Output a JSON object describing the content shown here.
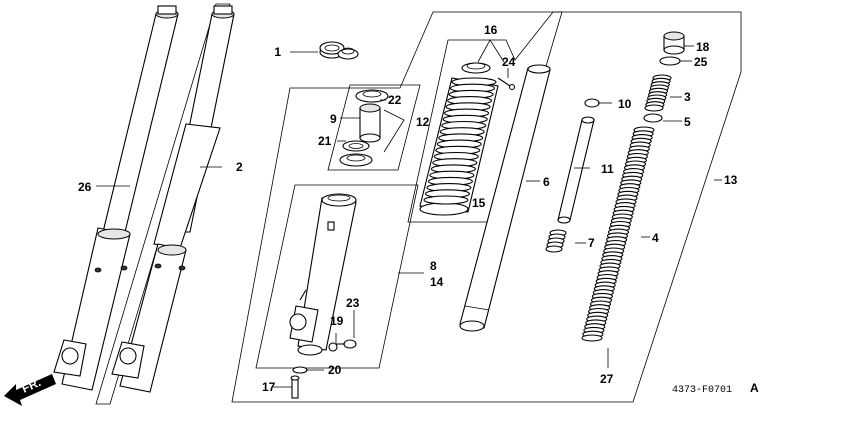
{
  "diagram": {
    "callouts": [
      "1",
      "2",
      "3",
      "4",
      "5",
      "6",
      "7",
      "8",
      "9",
      "10",
      "11",
      "12",
      "13",
      "14",
      "15",
      "16",
      "17",
      "18",
      "19",
      "20",
      "21",
      "22",
      "23",
      "24",
      "25",
      "26",
      "27"
    ],
    "direction_label": "FR.",
    "figure_code": "4373-F0701",
    "figure_suffix": "A",
    "icons": {
      "direction": "front-arrow-icon"
    }
  }
}
